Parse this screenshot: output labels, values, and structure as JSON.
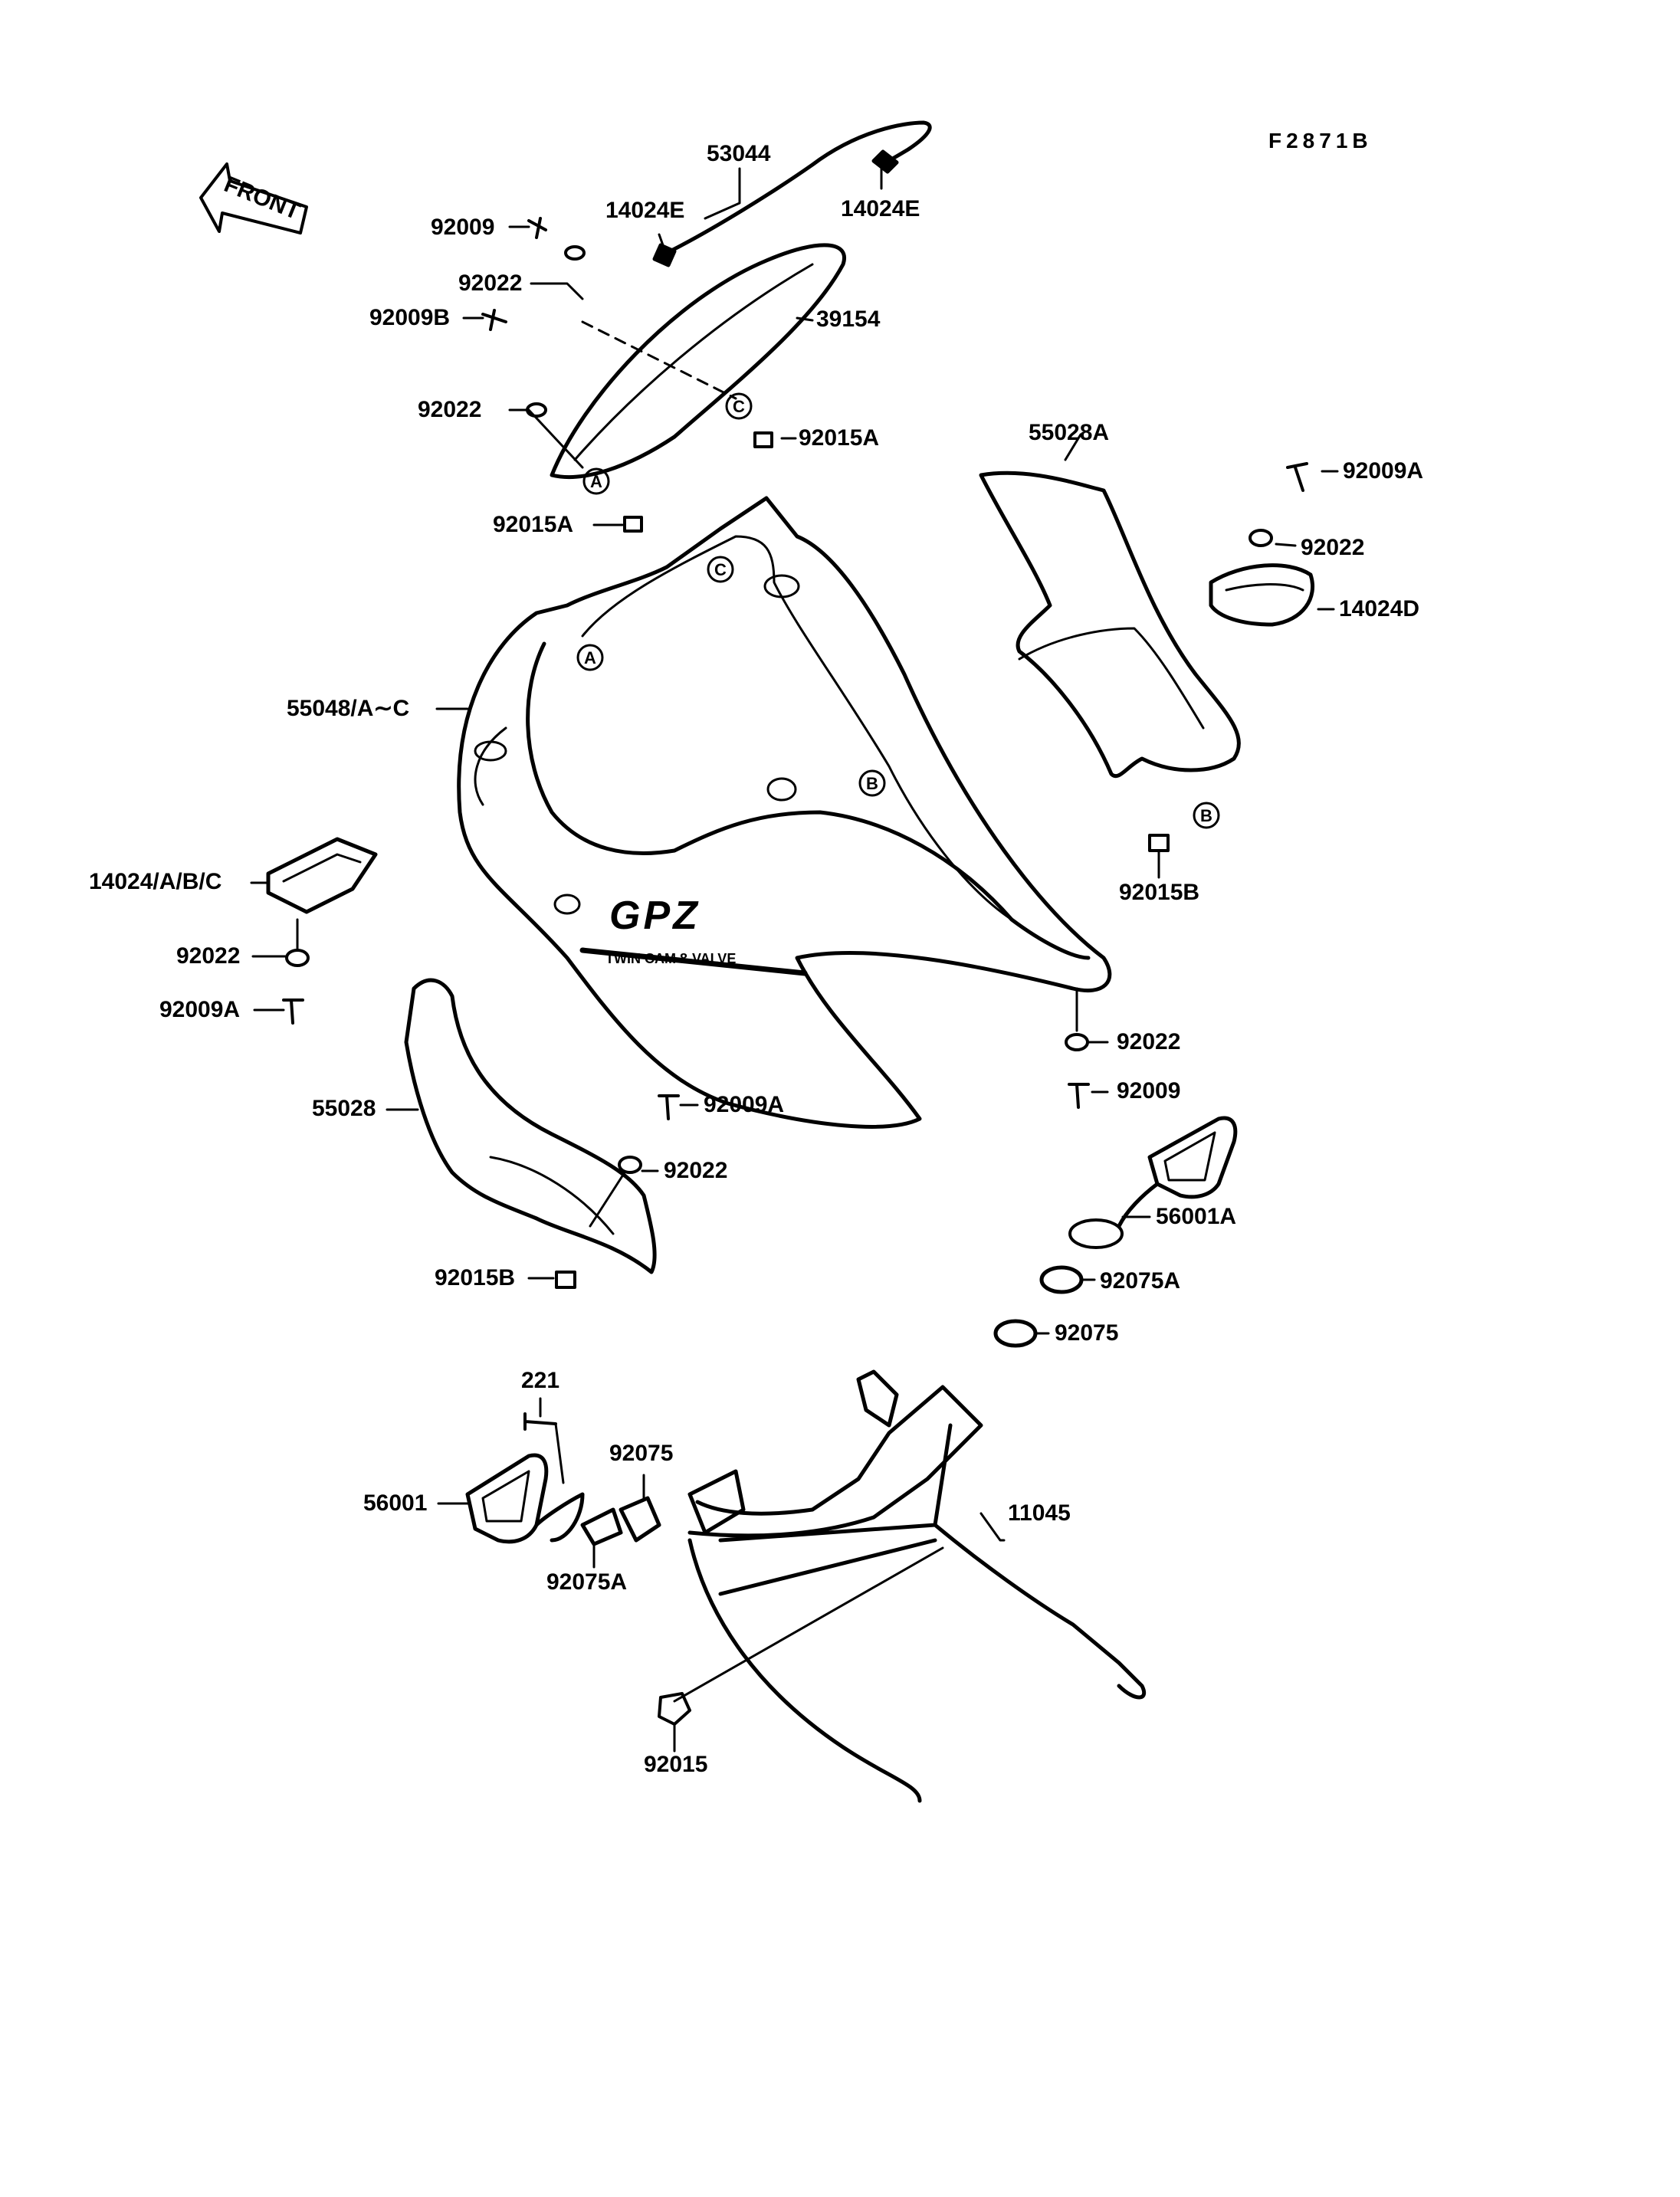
{
  "figure_code": "F2871B",
  "front_arrow_label": "FRONT",
  "callout_letters": {
    "a": "A",
    "b": "B",
    "c": "C"
  },
  "fairing_logo_text": "GPZ",
  "fairing_stripe_text": "TWIN CAM 8-VALVE",
  "parts": {
    "p53044": "53044",
    "p14024E_left": "14024E",
    "p14024E_right": "14024E",
    "p92009_top": "92009",
    "p92022_top": "92022",
    "p39154": "39154",
    "p92009B": "92009B",
    "p92022_mid": "92022",
    "p92015A_right": "92015A",
    "p92015A_left": "92015A",
    "p55028A": "55028A",
    "p92009A_right": "92009A",
    "p92022_right": "92022",
    "p14024D": "14024D",
    "p55048": "55048/A∼C",
    "p92015B_right": "92015B",
    "p14024ABC": "14024/A/B/C",
    "p92022_left": "92022",
    "p92009A_left": "92009A",
    "p92022_lower": "92022",
    "p92009_lower": "92009",
    "p55028": "55028",
    "p92009A_center": "92009A",
    "p92022_center": "92022",
    "p56001A": "56001A",
    "p92015B_left": "92015B",
    "p92075A_right": "92075A",
    "p92075_right": "92075",
    "p221": "221",
    "p92075_left": "92075",
    "p11045": "11045",
    "p56001": "56001",
    "p92075A_left": "92075A",
    "p92015": "92015"
  }
}
